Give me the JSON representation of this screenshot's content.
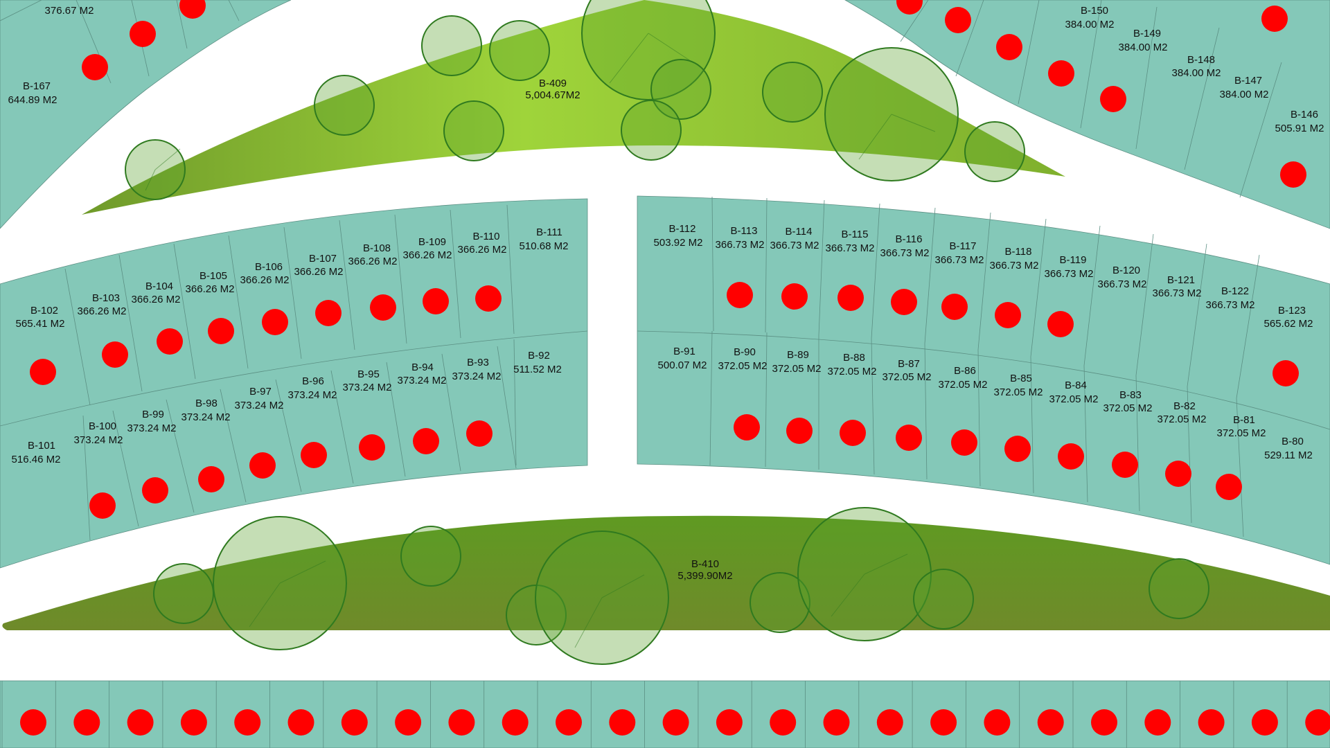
{
  "colors": {
    "lot_fill": "#84c8b8",
    "lot_stroke": "#5b8f83",
    "marker": "#ff0000",
    "park_light": "#9cd23a",
    "park_dark": "#6f9a2a",
    "tree_fill": "#5aa02c",
    "tree_stroke": "#2f7a1f",
    "road": "#ffffff"
  },
  "labels": {
    "b167": {
      "id": "B-167",
      "area": "644.89 M2"
    },
    "b168": {
      "id": "",
      "area": "376.67 M2"
    },
    "b409": {
      "id": "B-409",
      "area": "5,004.67M2"
    },
    "b410": {
      "id": "B-410",
      "area": "5,399.90M2"
    },
    "b150": {
      "id": "B-150",
      "area": "384.00 M2"
    },
    "b149": {
      "id": "B-149",
      "area": "384.00 M2"
    },
    "b148": {
      "id": "B-148",
      "area": "384.00 M2"
    },
    "b147": {
      "id": "B-147",
      "area": "384.00 M2"
    },
    "b146": {
      "id": "B-146",
      "area": "505.91 M2"
    },
    "b102": {
      "id": "B-102",
      "area": "565.41 M2"
    },
    "b103": {
      "id": "B-103",
      "area": "366.26 M2"
    },
    "b104": {
      "id": "B-104",
      "area": "366.26 M2"
    },
    "b105": {
      "id": "B-105",
      "area": "366.26 M2"
    },
    "b106": {
      "id": "B-106",
      "area": "366.26 M2"
    },
    "b107": {
      "id": "B-107",
      "area": "366.26 M2"
    },
    "b108": {
      "id": "B-108",
      "area": "366.26 M2"
    },
    "b109": {
      "id": "B-109",
      "area": "366.26 M2"
    },
    "b110": {
      "id": "B-110",
      "area": "366.26 M2"
    },
    "b111": {
      "id": "B-111",
      "area": "510.68 M2"
    },
    "b101": {
      "id": "B-101",
      "area": "516.46 M2"
    },
    "b100": {
      "id": "B-100",
      "area": "373.24 M2"
    },
    "b99": {
      "id": "B-99",
      "area": "373.24 M2"
    },
    "b98": {
      "id": "B-98",
      "area": "373.24 M2"
    },
    "b97": {
      "id": "B-97",
      "area": "373.24 M2"
    },
    "b96": {
      "id": "B-96",
      "area": "373.24 M2"
    },
    "b95": {
      "id": "B-95",
      "area": "373.24 M2"
    },
    "b94": {
      "id": "B-94",
      "area": "373.24 M2"
    },
    "b93": {
      "id": "B-93",
      "area": "373.24 M2"
    },
    "b92": {
      "id": "B-92",
      "area": "511.52 M2"
    },
    "b112": {
      "id": "B-112",
      "area": "503.92 M2"
    },
    "b113": {
      "id": "B-113",
      "area": "366.73 M2"
    },
    "b114": {
      "id": "B-114",
      "area": "366.73 M2"
    },
    "b115": {
      "id": "B-115",
      "area": "366.73 M2"
    },
    "b116": {
      "id": "B-116",
      "area": "366.73 M2"
    },
    "b117": {
      "id": "B-117",
      "area": "366.73 M2"
    },
    "b118": {
      "id": "B-118",
      "area": "366.73 M2"
    },
    "b119": {
      "id": "B-119",
      "area": "366.73 M2"
    },
    "b120": {
      "id": "B-120",
      "area": "366.73 M2"
    },
    "b121": {
      "id": "B-121",
      "area": "366.73 M2"
    },
    "b122": {
      "id": "B-122",
      "area": "366.73 M2"
    },
    "b123": {
      "id": "B-123",
      "area": "565.62 M2"
    },
    "b91": {
      "id": "B-91",
      "area": "500.07 M2"
    },
    "b90": {
      "id": "B-90",
      "area": "372.05 M2"
    },
    "b89": {
      "id": "B-89",
      "area": "372.05 M2"
    },
    "b88": {
      "id": "B-88",
      "area": "372.05 M2"
    },
    "b87": {
      "id": "B-87",
      "area": "372.05 M2"
    },
    "b86": {
      "id": "B-86",
      "area": "372.05 M2"
    },
    "b85": {
      "id": "B-85",
      "area": "372.05 M2"
    },
    "b84": {
      "id": "B-84",
      "area": "372.05 M2"
    },
    "b83": {
      "id": "B-83",
      "area": "372.05 M2"
    },
    "b82": {
      "id": "B-82",
      "area": "372.05 M2"
    },
    "b81": {
      "id": "B-81",
      "area": "372.05 M2"
    },
    "b80": {
      "id": "B-80",
      "area": "529.11 M2"
    }
  }
}
